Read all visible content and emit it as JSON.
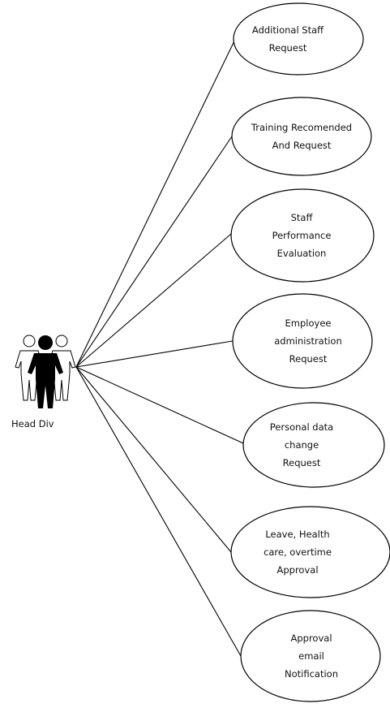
{
  "actor": {
    "label": "Head Div",
    "icon": "three-person-actor-icon"
  },
  "use_cases": [
    {
      "id": "additional-staff-request",
      "lines": [
        "Additional Staff",
        "Request"
      ]
    },
    {
      "id": "training-recommended-and-request",
      "lines": [
        "Training Recomended",
        "And Request"
      ]
    },
    {
      "id": "staff-performance-evaluation",
      "lines": [
        "Staff",
        "Performance",
        "Evaluation"
      ]
    },
    {
      "id": "employee-administration-request",
      "lines": [
        "Employee",
        "administration",
        "Request"
      ]
    },
    {
      "id": "personal-data-change-request",
      "lines": [
        "Personal data",
        "change",
        "Request"
      ]
    },
    {
      "id": "leave-health-care-overtime-approval",
      "lines": [
        "Leave, Health",
        "care, overtime",
        "Approval"
      ]
    },
    {
      "id": "approval-email-notification",
      "lines": [
        "Approval",
        "email",
        "Notification"
      ]
    }
  ]
}
